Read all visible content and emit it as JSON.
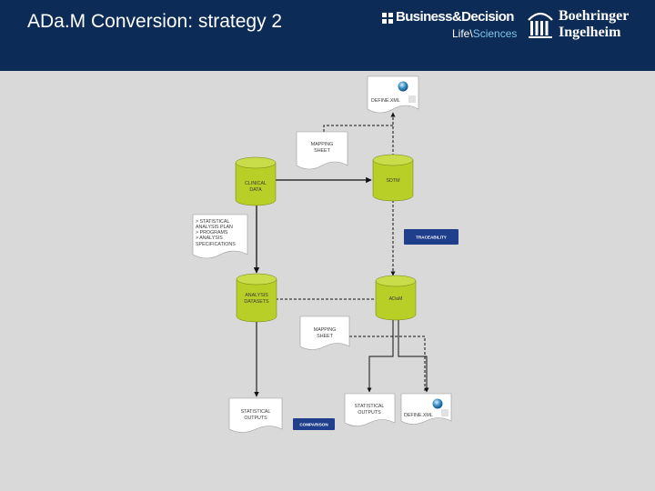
{
  "header": {
    "title": "ADa.M Conversion: strategy 2",
    "logo_bd_name": "Business&Decision",
    "logo_bd_life": "Life",
    "logo_bd_sciences": "Sciences",
    "logo_bi_name": "Boehringer\nIngelheim",
    "background_color": "#0c2c57"
  },
  "diagram": {
    "define_xml_top": "DEFINE.XML",
    "mapping_sheet_top": [
      "MAPPING",
      "SHEET"
    ],
    "clinical_data": [
      "CLINICAL",
      "DATA"
    ],
    "sdtm": "SDTM",
    "sap_lines": [
      "> STATISTICAL",
      "ANALYSIS PLAN",
      "> PROGRAMS",
      "> ANALYSIS",
      "SPECIFICATIONS"
    ],
    "traceability": "TRACEABILITY",
    "analysis_datasets": [
      "ANALYSIS",
      "DATASETS"
    ],
    "adam": "ADaM",
    "mapping_sheet_mid": [
      "MAPPING",
      "SHEET"
    ],
    "statistical_outputs_left": [
      "STATISTICAL",
      "OUTPUTS"
    ],
    "comparison": "COMPARISON",
    "statistical_outputs_right": [
      "STATISTICAL",
      "OUTPUTS"
    ],
    "define_xml_bottom": "DEFINE.XML",
    "colors": {
      "cylinder": "#b7cf26",
      "cylinder_top": "#c9dd4a",
      "button": "#1f3f8c",
      "arrow": "#111111"
    }
  }
}
